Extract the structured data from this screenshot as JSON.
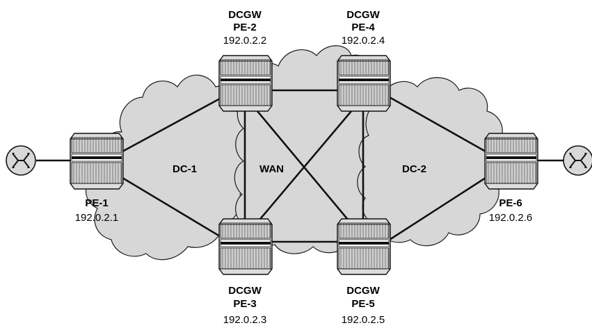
{
  "clouds": {
    "dc1": "DC-1",
    "wan": "WAN",
    "dc2": "DC-2"
  },
  "routers": [
    {
      "id": "pe1",
      "role": "",
      "name": "PE-1",
      "ip": "192.0.2.1"
    },
    {
      "id": "pe2",
      "role": "DCGW",
      "name": "PE-2",
      "ip": "192.0.2.2"
    },
    {
      "id": "pe3",
      "role": "DCGW",
      "name": "PE-3",
      "ip": "192.0.2.3"
    },
    {
      "id": "pe4",
      "role": "DCGW",
      "name": "PE-4",
      "ip": "192.0.2.4"
    },
    {
      "id": "pe5",
      "role": "DCGW",
      "name": "PE-5",
      "ip": "192.0.2.5"
    },
    {
      "id": "pe6",
      "role": "",
      "name": "PE-6",
      "ip": "192.0.2.6"
    }
  ],
  "end_hosts": [
    {
      "id": "ce-left",
      "icon": "router-x-icon"
    },
    {
      "id": "ce-right",
      "icon": "router-x-icon"
    }
  ],
  "links": [
    [
      "ce-left",
      "pe1"
    ],
    [
      "pe1",
      "pe2"
    ],
    [
      "pe1",
      "pe3"
    ],
    [
      "pe2",
      "pe4"
    ],
    [
      "pe3",
      "pe5"
    ],
    [
      "pe2",
      "pe3"
    ],
    [
      "pe4",
      "pe5"
    ],
    [
      "pe2",
      "pe5"
    ],
    [
      "pe3",
      "pe4"
    ],
    [
      "pe4",
      "pe6"
    ],
    [
      "pe5",
      "pe6"
    ],
    [
      "pe6",
      "ce-right"
    ]
  ]
}
